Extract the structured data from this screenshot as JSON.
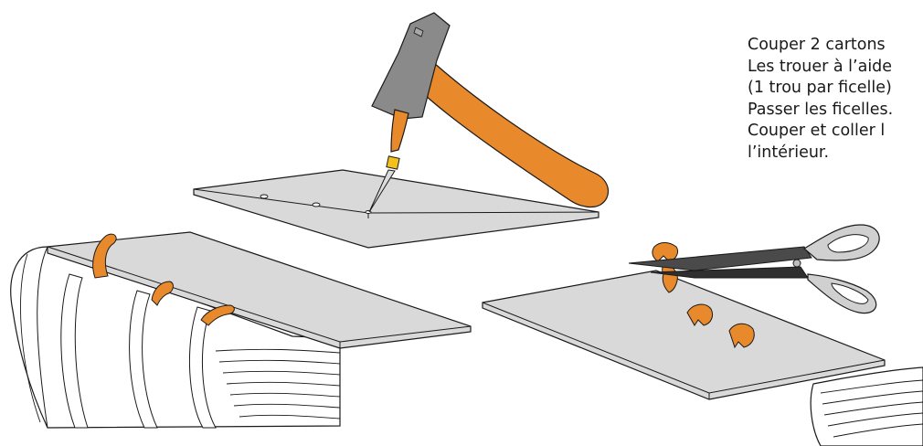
{
  "instructions": {
    "lines": [
      "Couper 2 cartons",
      "Les trouer à l’aide",
      "(1 trou par ficelle)",
      "Passer les ficelles.",
      "Couper et coller l",
      "l’intérieur."
    ]
  },
  "colors": {
    "board": "#d9d9d9",
    "board_edge": "#1a1a1a",
    "orange": "#e8892b",
    "hammer_head": "#8a8a8a",
    "book_block": "#ffffff"
  },
  "icons": [
    "hammer-icon",
    "awl-icon",
    "scissors-icon"
  ]
}
